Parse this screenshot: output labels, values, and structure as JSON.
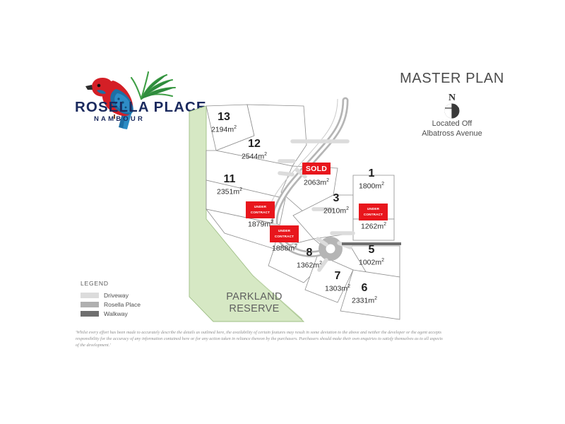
{
  "brand": {
    "name": "ROSELLA PLACE",
    "sub": "NAMBOUR",
    "logo_icon": "rosella-parrot-icon",
    "navy": "#1b2a5e",
    "red": "#d8232a",
    "green": "#2f9e44"
  },
  "header": {
    "title": "MASTER PLAN",
    "compass_icon": "compass-north-icon",
    "compass_label": "N",
    "location_line1": "Located Off",
    "location_line2": "Albatross Avenue"
  },
  "map": {
    "parkland_label_line1": "PARKLAND",
    "parkland_label_line2": "RESERVE",
    "parkland_color": "#d6e8c4",
    "road_color": "#b5b5b5",
    "driveway_color": "#dcdcdc",
    "walkway_color": "#6f6f6f",
    "lot_outline_color": "#8d8d8d"
  },
  "lots": [
    {
      "number": "13",
      "area": "2194m",
      "unit": "2",
      "status": ""
    },
    {
      "number": "12",
      "area": "2544m",
      "unit": "2",
      "status": ""
    },
    {
      "number": "11",
      "area": "2351m",
      "unit": "2",
      "status": ""
    },
    {
      "number": "",
      "area": "1879m",
      "unit": "2",
      "status": "UNDER CONTRACT"
    },
    {
      "number": "",
      "area": "1888m",
      "unit": "2",
      "status": "UNDER CONTRACT"
    },
    {
      "number": "",
      "area": "2063m",
      "unit": "2",
      "status": "SOLD"
    },
    {
      "number": "3",
      "area": "2010m",
      "unit": "2",
      "status": ""
    },
    {
      "number": "1",
      "area": "1800m",
      "unit": "2",
      "status": ""
    },
    {
      "number": "",
      "area": "1262m",
      "unit": "2",
      "status": "UNDER CONTRACT"
    },
    {
      "number": "8",
      "area": "1362m",
      "unit": "2",
      "status": ""
    },
    {
      "number": "7",
      "area": "1303m",
      "unit": "2",
      "status": ""
    },
    {
      "number": "5",
      "area": "1002m",
      "unit": "2",
      "status": ""
    },
    {
      "number": "6",
      "area": "2331m",
      "unit": "2",
      "status": ""
    }
  ],
  "badges": {
    "sold": "SOLD",
    "under_line1": "UNDER",
    "under_line2": "CONTRACT",
    "color": "#e8161c"
  },
  "legend": {
    "title": "LEGEND",
    "items": [
      {
        "label": "Driveway",
        "color": "#dcdcdc"
      },
      {
        "label": "Rosella Place",
        "color": "#b0b0b0"
      },
      {
        "label": "Walkway",
        "color": "#6f6f6f"
      }
    ]
  },
  "disclaimer": "'Whilst every effort has been made to accurately describe the details as outlined here, the availability of certain features may result in some deviation to the above and neither the developer or the agent accepts responsibility for the accuracy of any information contained here or for any action taken in reliance thereon by the purchasers. Purchasers should make their own enquiries to satisfy themselves as to all aspects of the development.'"
}
